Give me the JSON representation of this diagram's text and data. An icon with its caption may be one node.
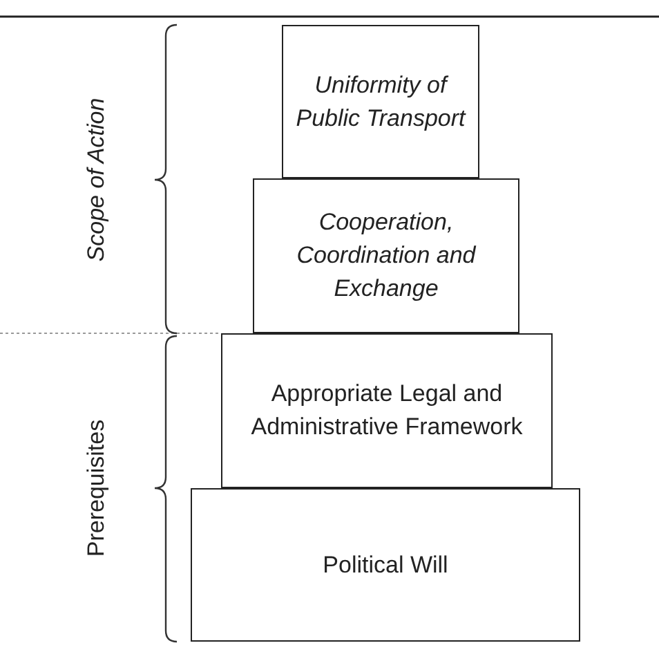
{
  "diagram": {
    "nodes": [
      {
        "text": [
          "Uniformity of Public Transport"
        ]
      },
      {
        "text": [
          "Cooperation, Coordination and Exchange"
        ]
      },
      {
        "text": [
          "Appropriate Legal and Administrative Framework"
        ]
      },
      {
        "text": [
          "Political Will"
        ]
      }
    ],
    "labels": [
      "Scope of Action",
      "Prerequisites"
    ]
  }
}
